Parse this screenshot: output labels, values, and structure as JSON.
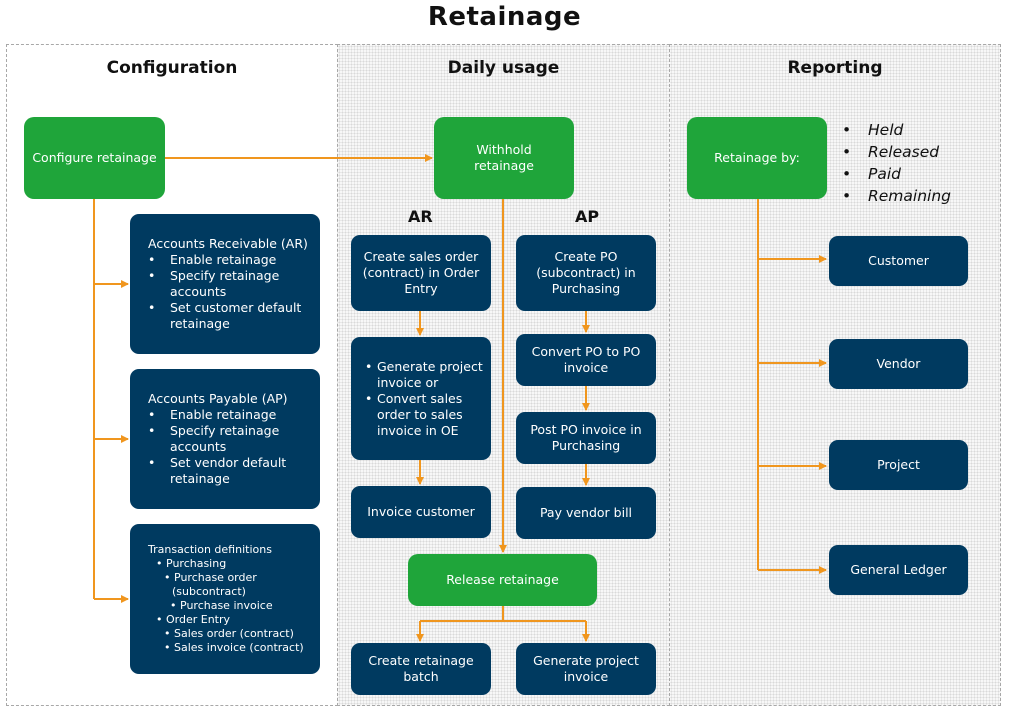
{
  "title": "Retainage",
  "columns": {
    "configuration": "Configuration",
    "daily_usage": "Daily usage",
    "reporting": "Reporting"
  },
  "configuration": {
    "configure_retainage": "Configure retainage",
    "ar": {
      "heading": "Accounts Receivable (AR)",
      "items": [
        "Enable retainage",
        "Specify retainage accounts",
        "Set customer default retainage"
      ]
    },
    "ap": {
      "heading": "Accounts Payable (AP)",
      "items": [
        "Enable retainage",
        "Specify retainage accounts",
        "Set vendor default retainage"
      ]
    },
    "transactions": {
      "heading": "Transaction definitions",
      "purchasing": "Purchasing",
      "purchasing_items": [
        "Purchase order (subcontract)",
        "Purchase invoice"
      ],
      "order_entry": "Order Entry",
      "order_entry_items": [
        "Sales order (contract)",
        "Sales invoice (contract)"
      ]
    }
  },
  "daily": {
    "withhold": "Withhold retainage",
    "ar_label": "AR",
    "ap_label": "AP",
    "ar_steps": {
      "create_sales_order": "Create sales order (contract) in Order Entry",
      "generate_items": [
        "Generate project invoice or",
        "Convert sales order to sales invoice in OE"
      ],
      "invoice_customer": "Invoice customer"
    },
    "ap_steps": {
      "create_po": "Create PO (subcontract) in Purchasing",
      "convert_po": "Convert PO to PO invoice",
      "post_po": "Post PO invoice in Purchasing",
      "pay_bill": "Pay vendor bill"
    },
    "release": "Release retainage",
    "create_batch": "Create retainage batch",
    "generate_project_invoice": "Generate project invoice"
  },
  "reporting": {
    "retainage_by": "Retainage by:",
    "statuses": [
      "Held",
      "Released",
      "Paid",
      "Remaining"
    ],
    "targets": [
      "Customer",
      "Vendor",
      "Project",
      "General Ledger"
    ]
  },
  "colors": {
    "green": "#1fa53a",
    "navy": "#003a60",
    "arrow": "#f0961e"
  }
}
